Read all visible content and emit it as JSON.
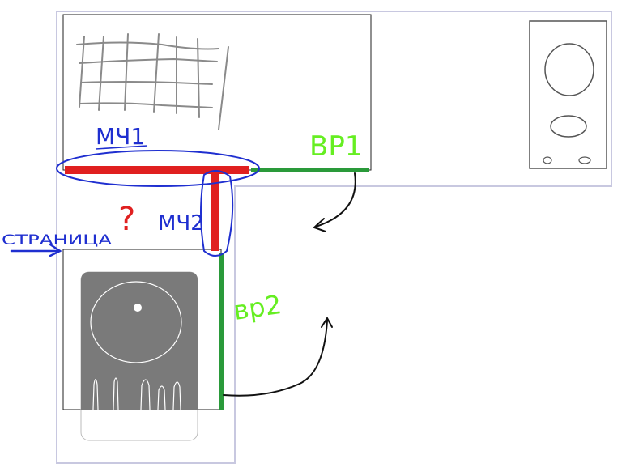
{
  "labels": {
    "mch1": "МЧ1",
    "vr1": "ВР1",
    "mch2": "МЧ2",
    "vr2": "вр2",
    "question": "?",
    "page": "СТРАНИЦА"
  },
  "colors": {
    "outline": "#c8c8e0",
    "sketch": "#8a8a8a",
    "red": "#e02020",
    "green": "#2a9a3a",
    "blue": "#1f2fd0",
    "lime": "#66ee22",
    "black": "#111111",
    "stove": "#7a7a7a"
  }
}
